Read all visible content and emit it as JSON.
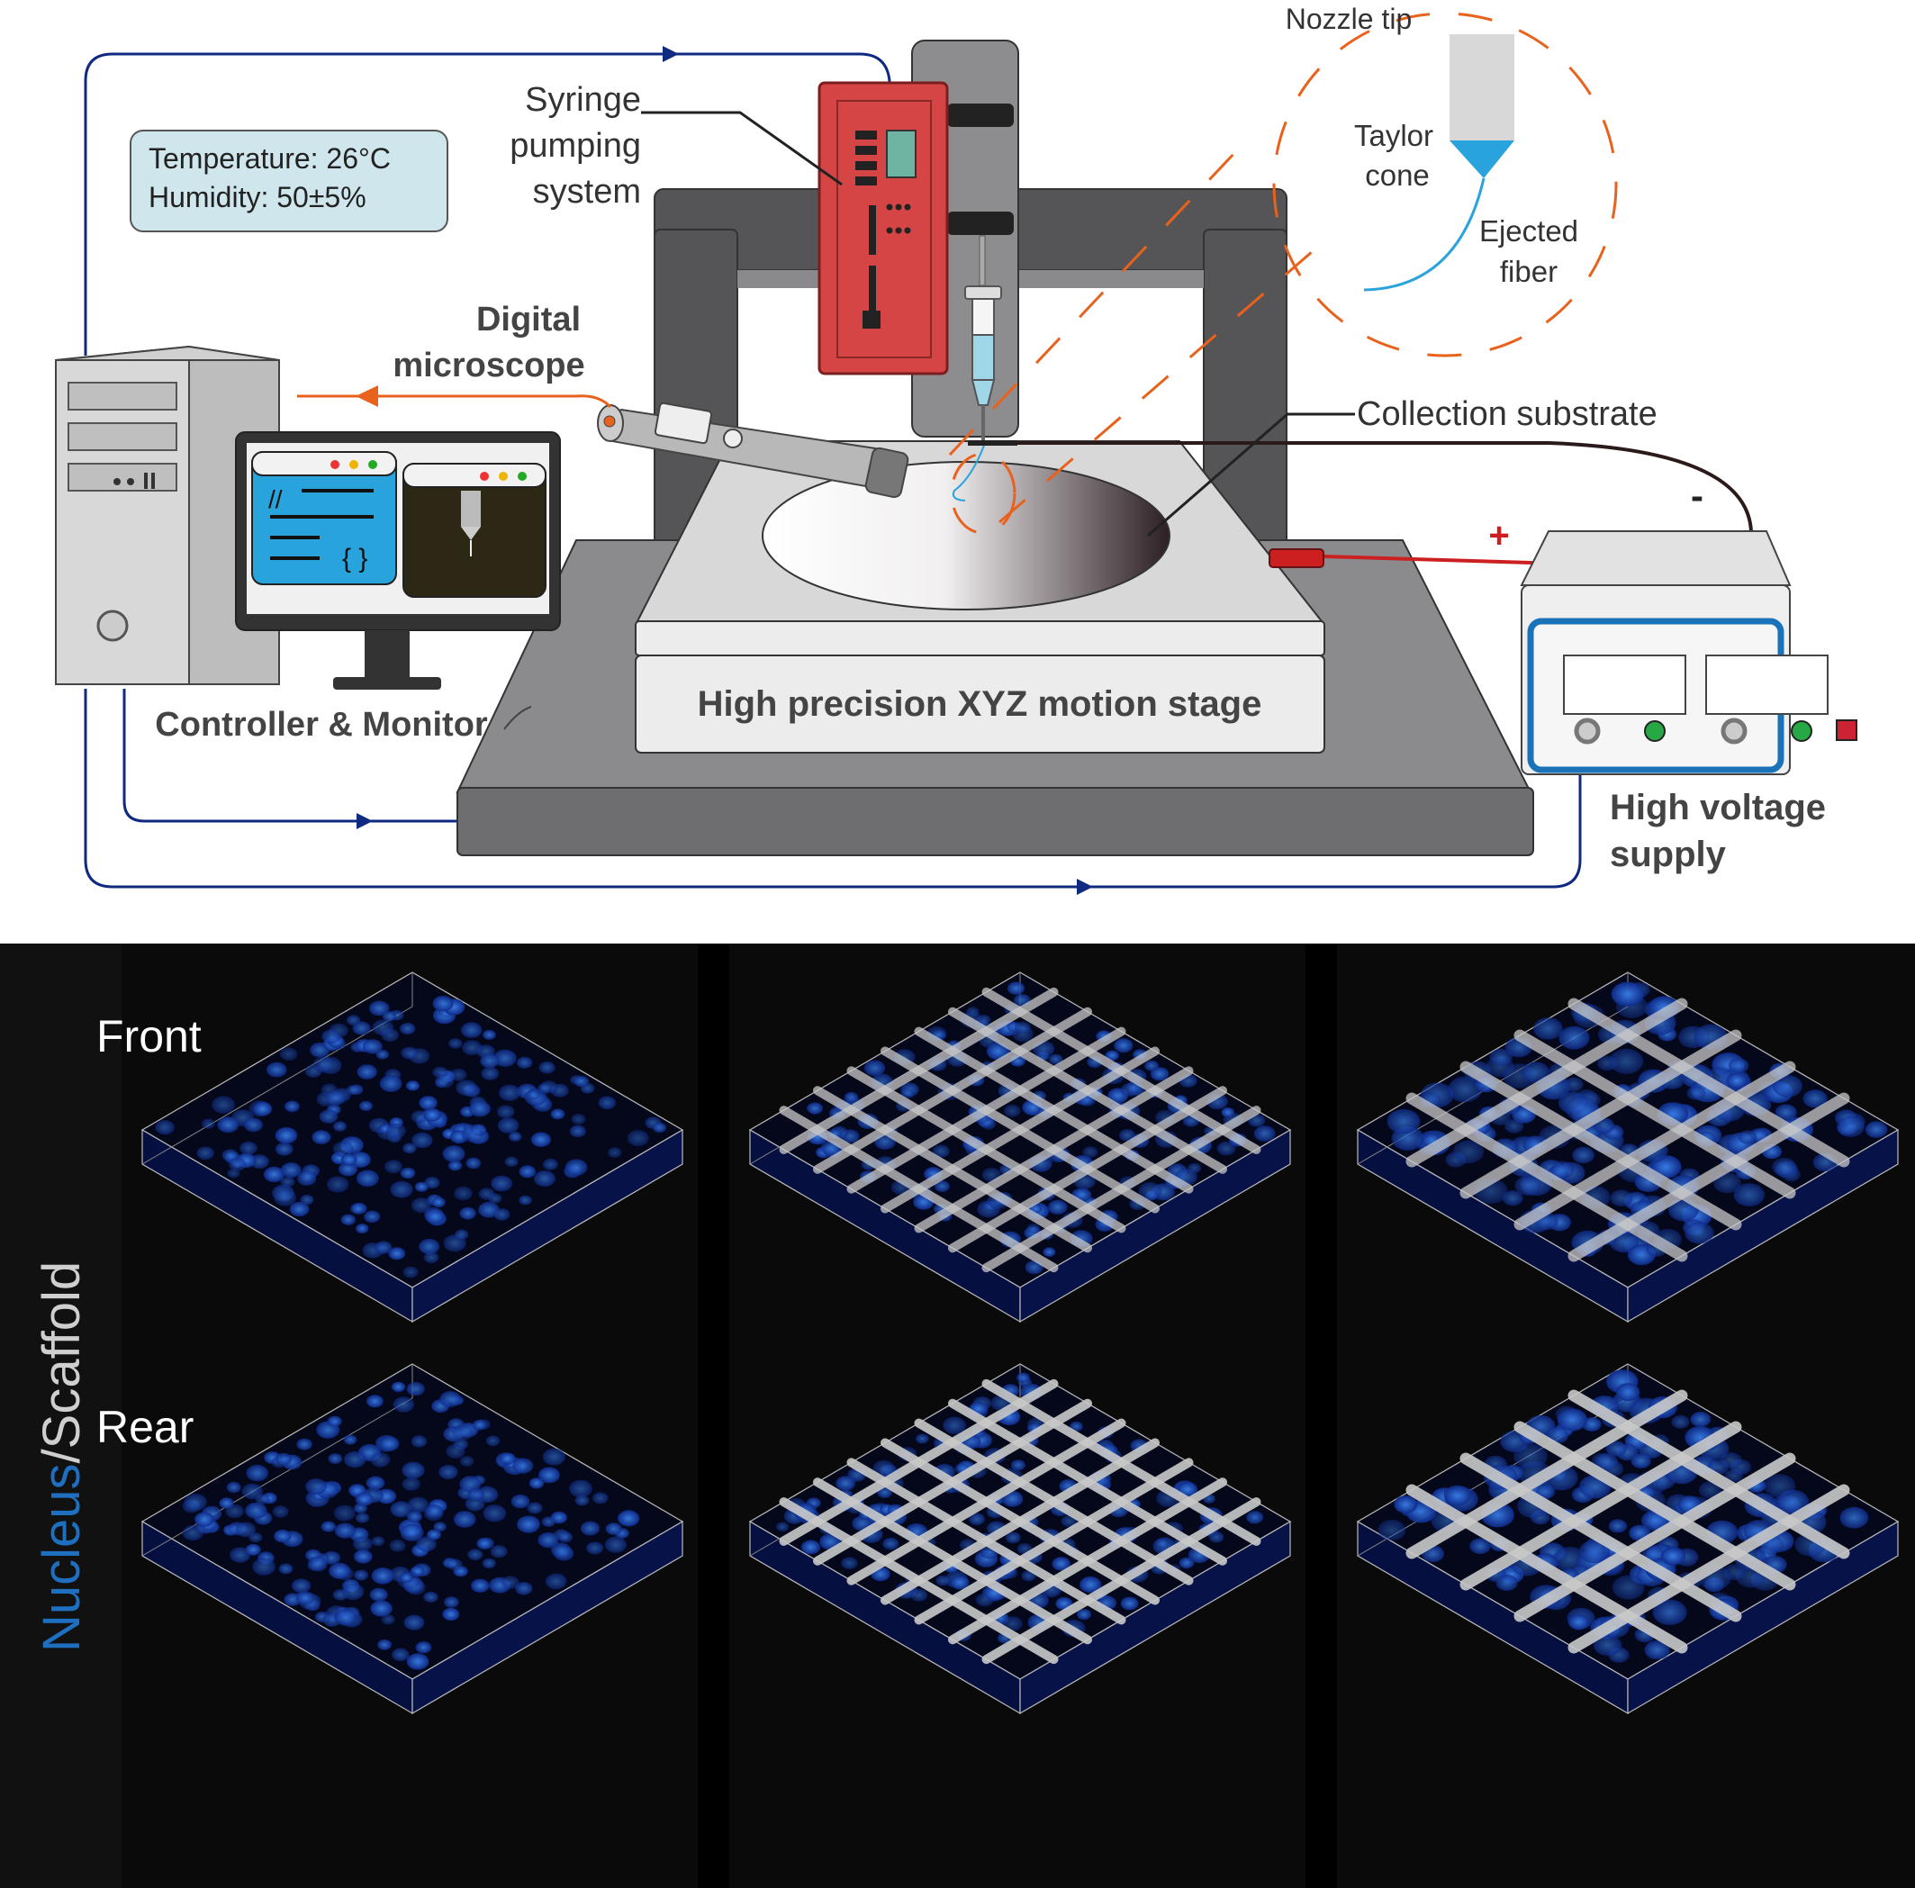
{
  "schematic": {
    "syringe_label_lines": [
      "Syringe",
      "pumping",
      "system"
    ],
    "environment_lines": [
      "Temperature: 26°C",
      "Humidity: 50±5%"
    ],
    "microscope_label_lines": [
      "Digital",
      "microscope"
    ],
    "controller_label": "Controller & Monitor",
    "stage_label": "High precision XYZ motion stage",
    "substrate_label": "Collection substrate",
    "supply_label_lines": [
      "High voltage",
      "supply"
    ],
    "inset": {
      "nozzle_label": "Nozzle tip",
      "taylor_label_lines": [
        "Taylor",
        "cone"
      ],
      "fiber_label_lines": [
        "Ejected",
        "fiber"
      ]
    },
    "polarity": {
      "positive": "+",
      "negative": "-"
    },
    "monitor_code": {
      "comment": "//",
      "braces": "{ }"
    }
  },
  "panels": {
    "row_labels": [
      "Front",
      "Rear"
    ],
    "side_label_parts": [
      "Nucleus",
      "/",
      "Scaffold"
    ]
  },
  "colors": {
    "wire_blue": "#0f2a80",
    "signal_orange": "#e8621d",
    "pump_red": "#d64545",
    "nucleus_blue": "#1f6fc0",
    "scaffold_gray": "#cfcfcf",
    "cone_blue": "#29a3dc",
    "supply_blue": "#1a73b8"
  }
}
